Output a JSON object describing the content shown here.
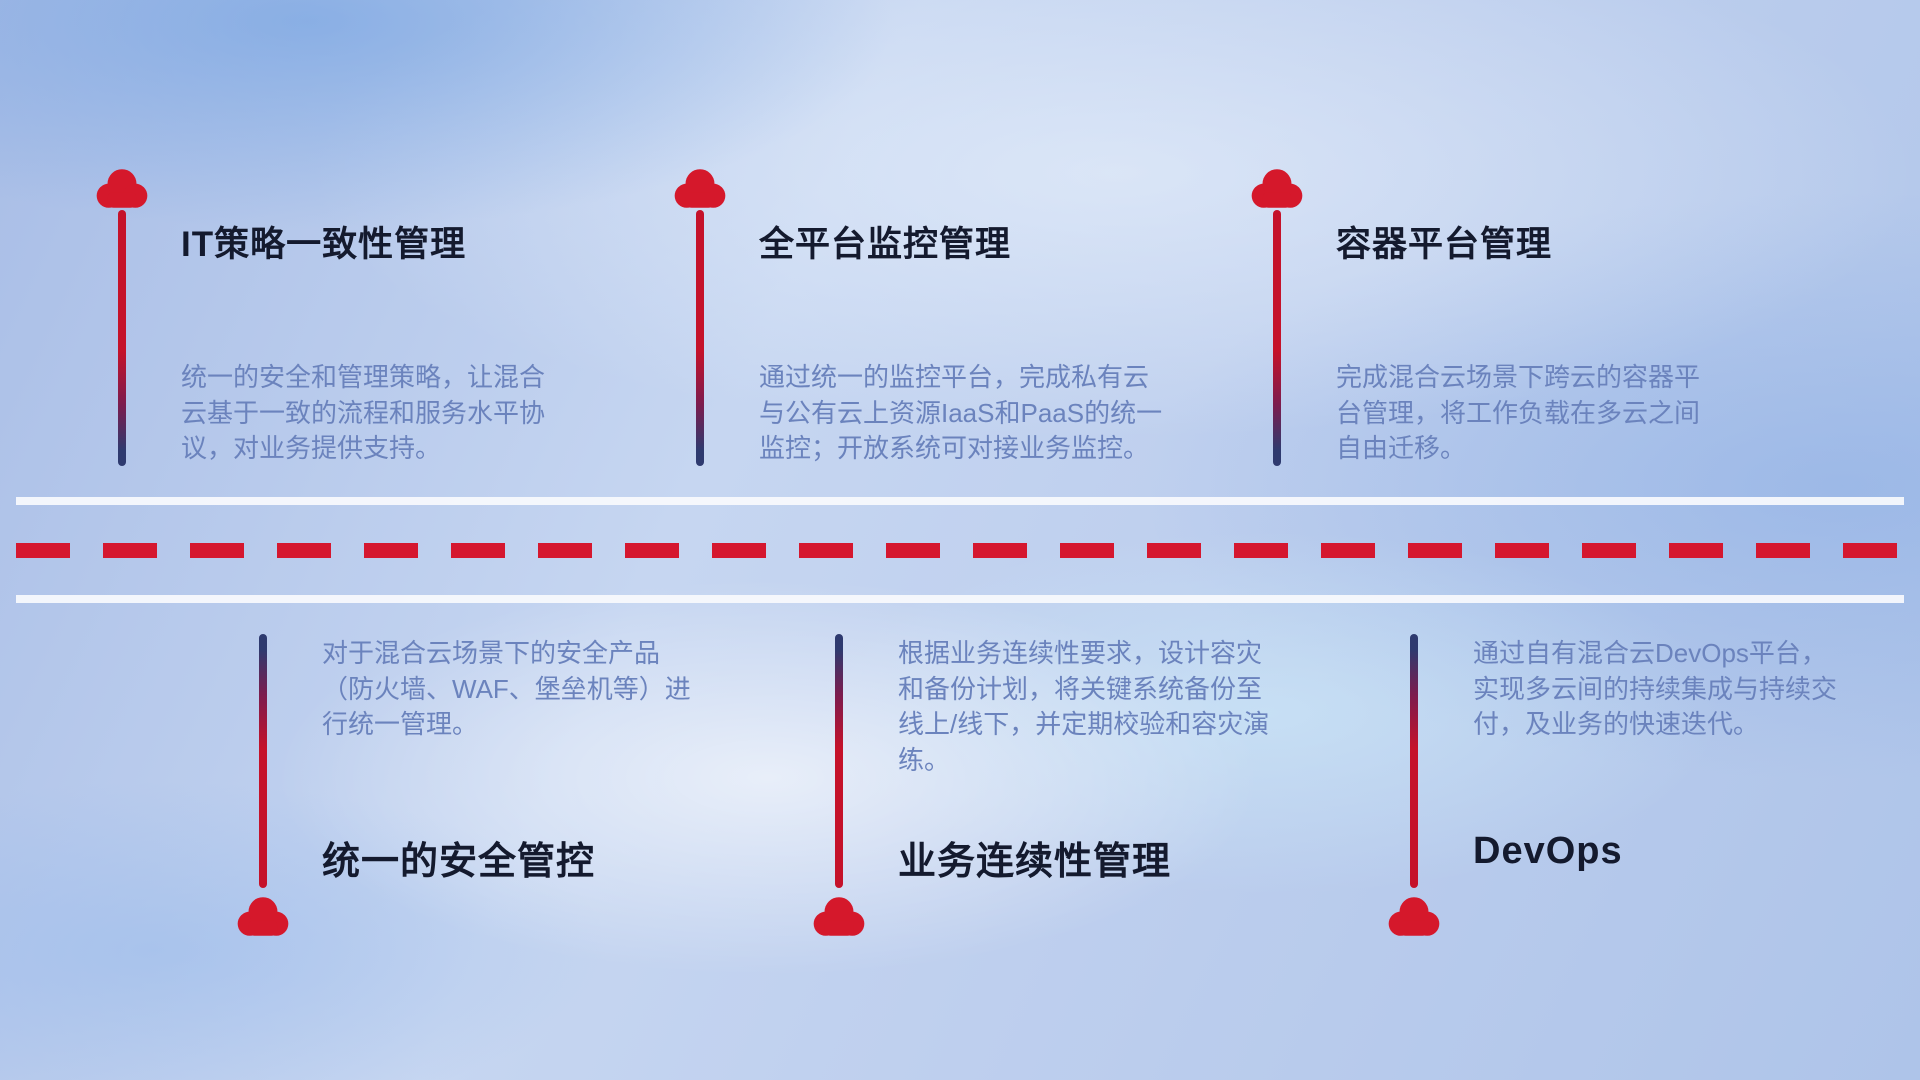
{
  "diagram": {
    "top_items": [
      {
        "title": "IT策略一致性管理",
        "description": "统一的安全和管理策略，让混合云基于一致的流程和服务水平协议，对业务提供支持。"
      },
      {
        "title": "全平台监控管理",
        "description": "通过统一的监控平台，完成私有云与公有云上资源IaaS和PaaS的统一监控；开放系统可对接业务监控。"
      },
      {
        "title": "容器平台管理",
        "description": "完成混合云场景下跨云的容器平台管理，将工作负载在多云之间自由迁移。"
      }
    ],
    "bottom_items": [
      {
        "title": "统一的安全管控",
        "description": "对于混合云场景下的安全产品（防火墙、WAF、堡垒机等）进行统一管理。"
      },
      {
        "title": "业务连续性管理",
        "description": "根据业务连续性要求，设计容灾和备份计划，将关键系统备份至线上/线下，并定期校验和容灾演练。"
      },
      {
        "title": "DevOps",
        "description": "通过自有混合云DevOps平台，实现多云间的持续集成与持续交付，及业务的快速迭代。"
      }
    ],
    "colors": {
      "cloud_red": "#d5182b",
      "dash_red": "#d5172f",
      "pole_red": "#c5122a",
      "pole_navy": "#2e3a6f",
      "title_text": "#141a2e",
      "description_text": "#6b83bd",
      "road_white": "#f3f6fb"
    }
  }
}
